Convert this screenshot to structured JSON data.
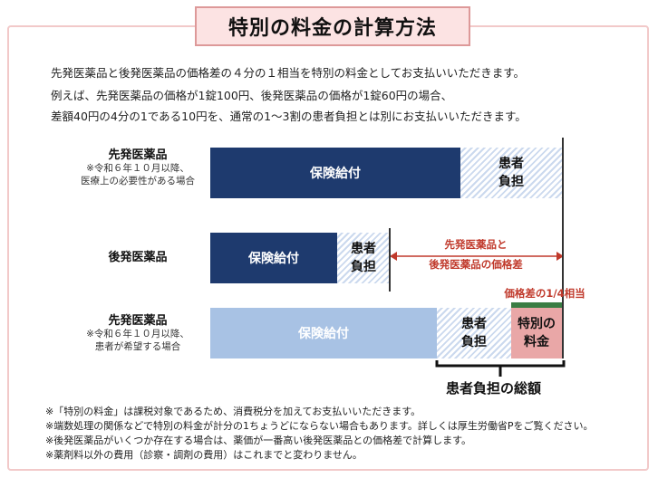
{
  "title": "特別の料金の計算方法",
  "intro": [
    "先発医薬品と後発医薬品の価格差の４分の１相当を特別の料金としてお支払いいただきます。",
    "例えば、先発医薬品の価格が1錠100円、後発医薬品の価格が1錠60円の場合、",
    "差額40円の4分の1である10円を、通常の1～3割の患者負担とは別にお支払いいただきます。"
  ],
  "rows": [
    {
      "name": "先発医薬品",
      "note1": "※令和６年１０月以降、",
      "note2": "医療上の必要性がある場合",
      "insurance": "保険給付",
      "patient1": "患者",
      "patient2": "負担"
    },
    {
      "name": "後発医薬品",
      "insurance": "保険給付",
      "patient1": "患者",
      "patient2": "負担"
    },
    {
      "name": "先発医薬品",
      "note1": "※令和６年１０月以降、",
      "note2": "患者が希望する場合",
      "insurance": "保険給付",
      "patient1": "患者",
      "patient2": "負担",
      "special1": "特別の",
      "special2": "料金"
    }
  ],
  "price_diff_line1": "先発医薬品と",
  "price_diff_line2": "後発医薬品の価格差",
  "quarter_label": "価格差の1/4相当",
  "total_label": "患者負担の総額",
  "colors": {
    "dark_blue": "#1e3a6e",
    "light_blue": "#a8c2e4",
    "pink": "#e9a7a7",
    "red": "#c0392b",
    "green": "#3a7d44"
  },
  "footnotes": [
    "※「特別の料金」は課税対象であるため、消費税分を加えてお支払いいただきます。",
    "※端数処理の関係などで特別の料金が計分の1ちょうどにならない場合もあります。詳しくは厚生労働省Pをご覧ください。",
    "※後発医薬品がいくつか存在する場合は、薬価が一番高い後発医薬品との価格差で計算します。",
    "※薬剤料以外の費用（診察・調剤の費用）はこれまでと変わりません。"
  ]
}
